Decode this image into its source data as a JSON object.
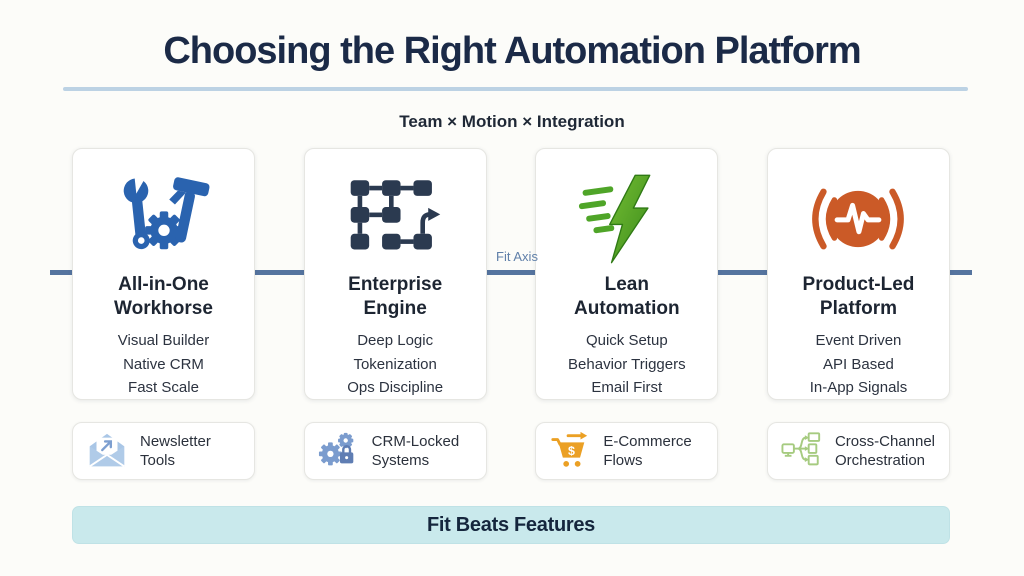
{
  "header": {
    "title": "Choosing the Right Automation Platform",
    "subtitle": "Team × Motion × Integration"
  },
  "axis": {
    "label": "Fit Axis",
    "line_color": "#55749f"
  },
  "colors": {
    "title_text": "#1b2a47",
    "underline": "#bcd2e4",
    "card_blue": "#2a63af",
    "card_dark": "#2b3a50",
    "card_green": "#4fa528",
    "card_orange": "#cb5a27",
    "badge_light_blue": "#a9c6e6",
    "badge_steel_blue": "#7b9cce",
    "badge_amber": "#eba024",
    "badge_green": "#a6cb80",
    "banner_bg": "#c9e9ec"
  },
  "cards": [
    {
      "icon": "tools-icon",
      "title_line1": "All-in-One",
      "title_line2": "Workhorse",
      "items": [
        "Visual Builder",
        "Native CRM",
        "Fast Scale"
      ]
    },
    {
      "icon": "flowchart-icon",
      "title_line1": "Enterprise",
      "title_line2": "Engine",
      "items": [
        "Deep Logic",
        "Tokenization",
        "Ops Discipline"
      ]
    },
    {
      "icon": "lightning-icon",
      "title_line1": "Lean",
      "title_line2": "Automation",
      "items": [
        "Quick Setup",
        "Behavior Triggers",
        "Email First"
      ]
    },
    {
      "icon": "pulse-signal-icon",
      "title_line1": "Product-Led",
      "title_line2": "Platform",
      "items": [
        "Event Driven",
        "API Based",
        "In-App Signals"
      ]
    }
  ],
  "badges": [
    {
      "icon": "newsletter-envelope-icon",
      "line1": "Newsletter",
      "line2": "Tools"
    },
    {
      "icon": "gears-lock-icon",
      "line1": "CRM-Locked",
      "line2": "Systems"
    },
    {
      "icon": "shopping-cart-icon",
      "line1": "E-Commerce",
      "line2": "Flows"
    },
    {
      "icon": "cross-channel-icon",
      "line1": "Cross-Channel",
      "line2": "Orchestration"
    }
  ],
  "banner": {
    "label": "Fit Beats Features"
  }
}
